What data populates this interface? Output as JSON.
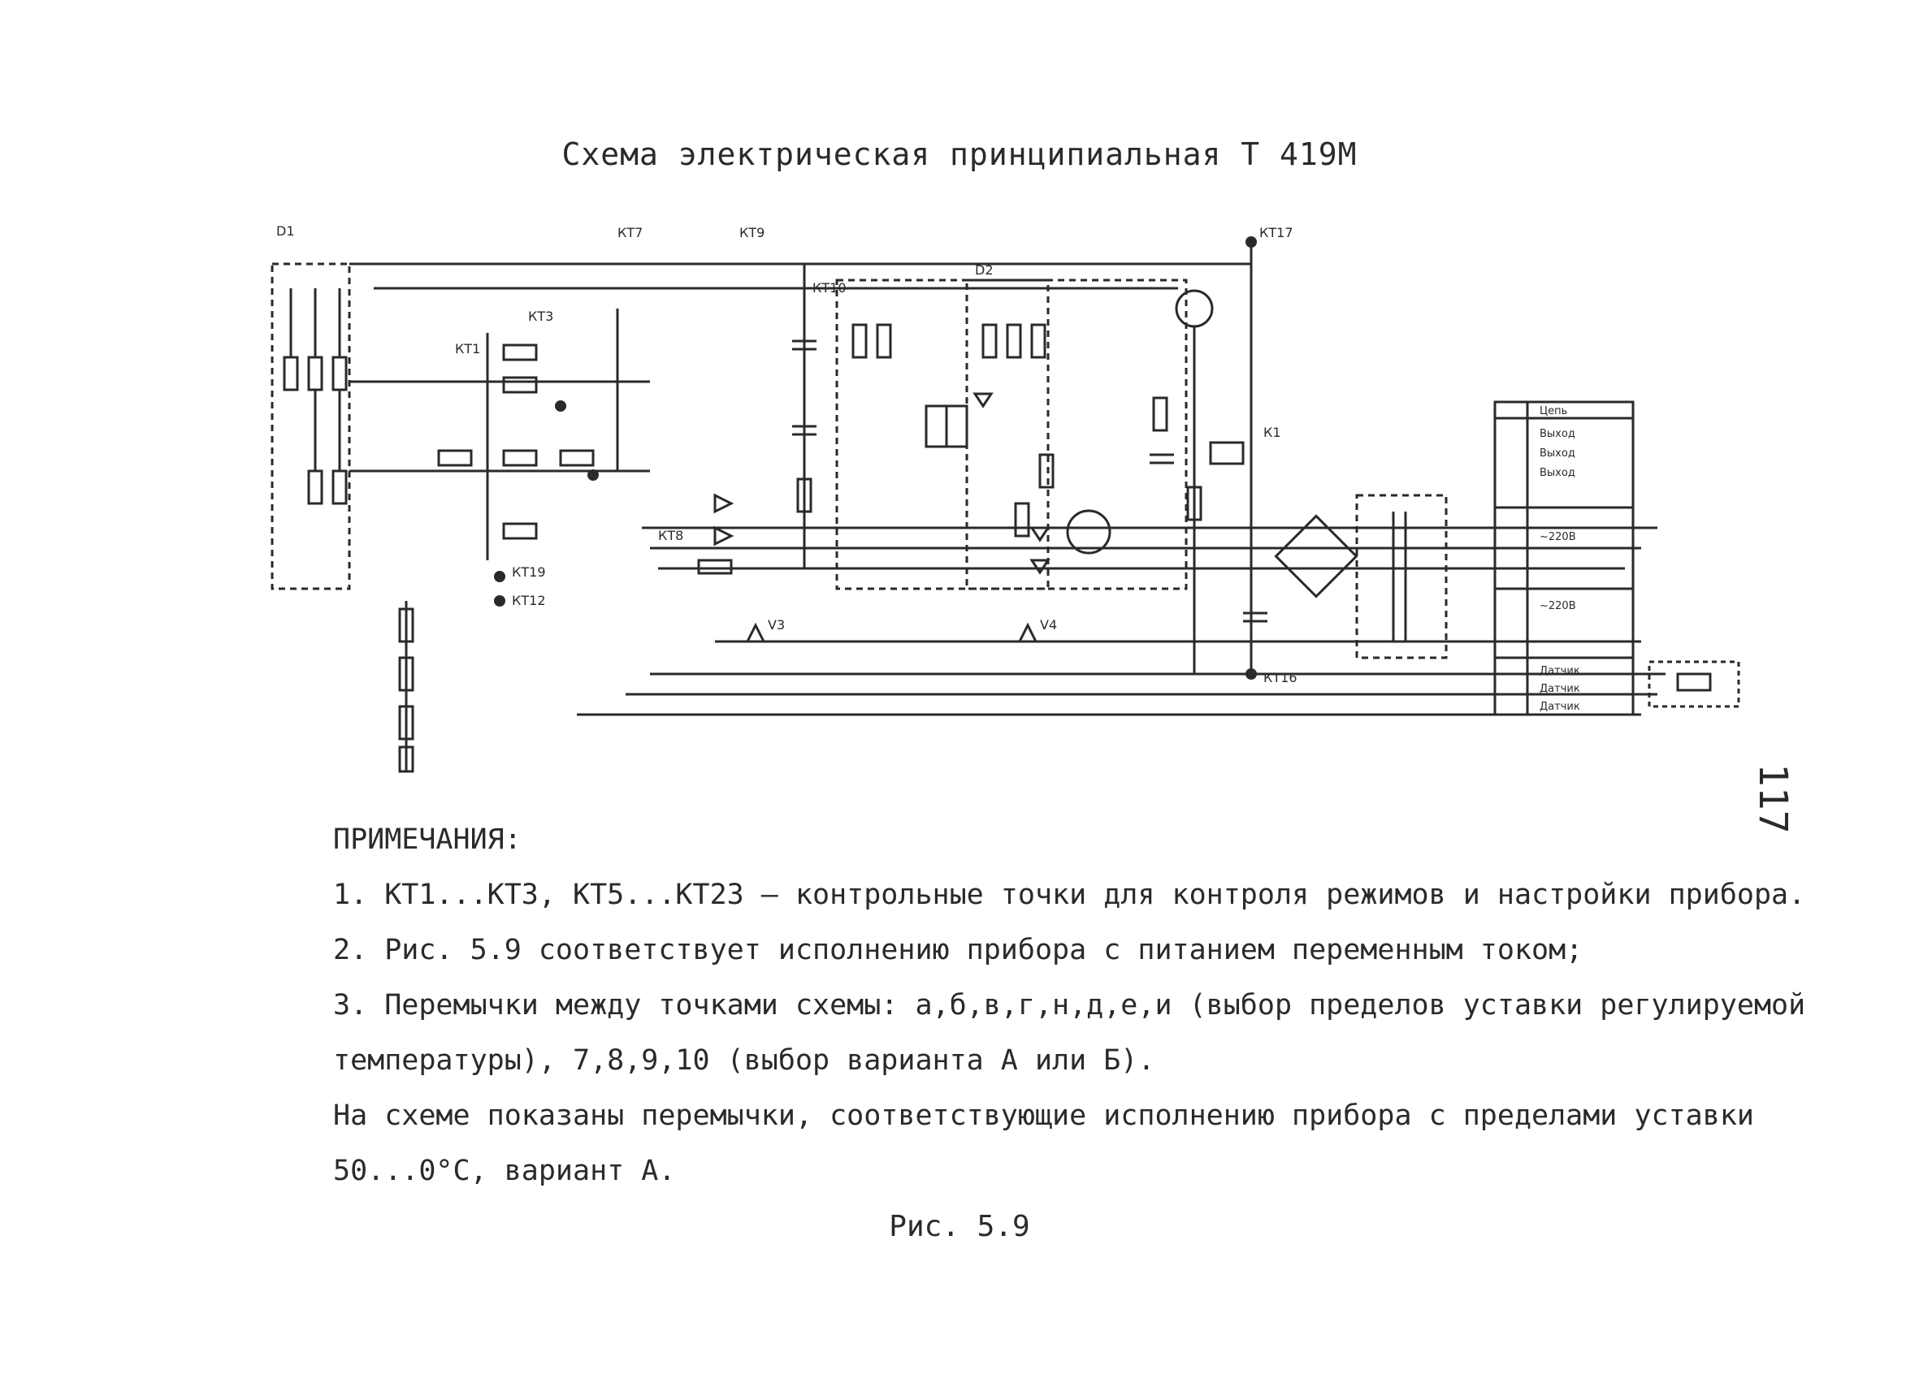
{
  "document": {
    "title": "Схема электрическая принципиальная  Т 419М",
    "page_number": "117",
    "notes_heading": "ПРИМЕЧАНИЯ:",
    "notes": [
      "1. КТ1...КТ3, КТ5...КТ23 – контрольные точки для контроля режимов и настройки прибора.",
      "2. Рис. 5.9 соответствует исполнению прибора с питанием переменным током;",
      "3. Перемычки между точками схемы: а,б,в,г,н,д,е,и (выбор пределов уставки регулируемой",
      "температуры), 7,8,9,10 (выбор варианта А или Б).",
      "На схеме показаны перемычки, соответствующие исполнению прибора с пределами уставки",
      "50...0°С, вариант А."
    ],
    "caption": "Рис. 5.9"
  },
  "schematic": {
    "labels": {
      "kt7": "КТ7",
      "kt9": "КТ9",
      "kt17": "КТ17",
      "kt1": "КТ1",
      "kt3": "КТ3",
      "kt10": "КТ10",
      "kt16": "КТ16",
      "kt19": "КТ19",
      "kt12": "КТ12",
      "kt8": "КТ8",
      "v3": "V3",
      "v4": "V4",
      "d1": "D1",
      "d2": "D2",
      "k1": "К1"
    },
    "terminals": [
      {
        "label": "Цепь"
      },
      {
        "label": "Выход"
      },
      {
        "label": "Выход"
      },
      {
        "label": "Выход"
      },
      {
        "label": "~220В"
      },
      {
        "label": "~220В"
      },
      {
        "label": "Датчик"
      },
      {
        "label": "Датчик"
      },
      {
        "label": "Датчик"
      }
    ]
  }
}
